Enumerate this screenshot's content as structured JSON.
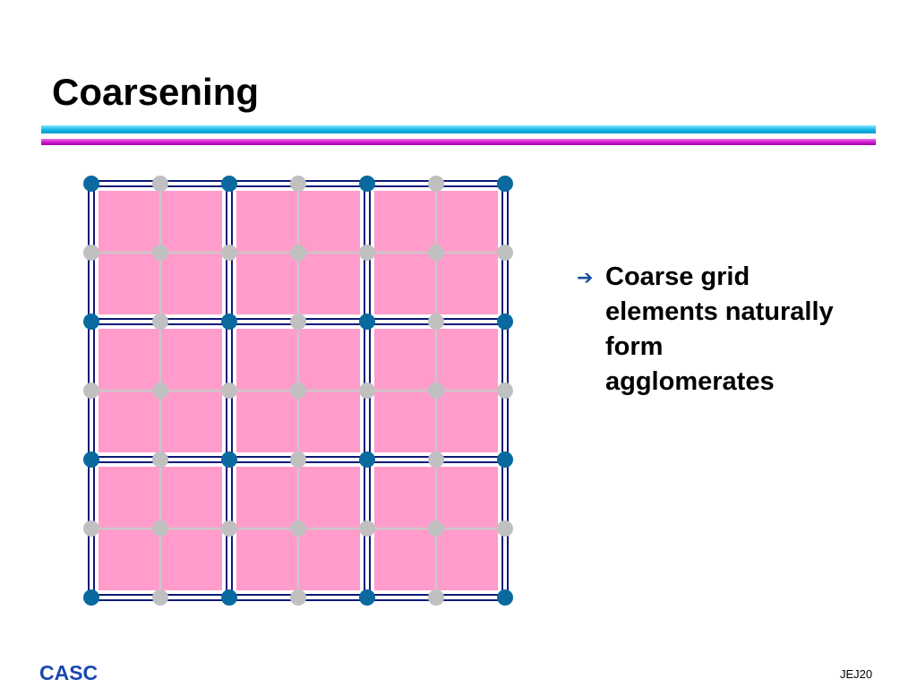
{
  "slide": {
    "title": "Coarsening",
    "bullet": {
      "icon": "arrow-right-icon",
      "text": "Coarse grid elements naturally form agglomerates"
    },
    "footer": {
      "left": "CASC",
      "right": "JEJ20"
    }
  },
  "colors": {
    "rule_top": "#14b4e6",
    "rule_bottom": "#cc18cc",
    "agglomerate_fill": "#ff9ccc",
    "coarse_grid_line": "#0d1a78",
    "fine_grid_line": "#c8c8c8",
    "coarse_node": "#0a6aa0",
    "fine_node": "#c0c0c0",
    "footer_text": "#1a47b0",
    "bullet_arrow": "#1b4fa0"
  },
  "diagram": {
    "fine_nodes_per_side": 7,
    "coarsening_factor": 2,
    "coarse_cells_per_side": 3,
    "agglomerates_per_side": 3
  }
}
